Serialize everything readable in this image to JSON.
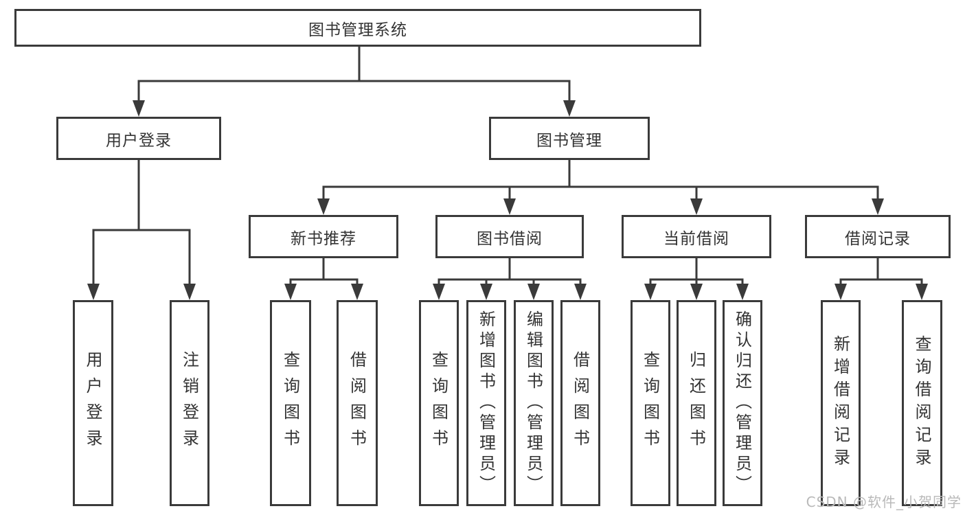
{
  "nodes": {
    "root": "图书管理系统",
    "level2": [
      "用户登录",
      "图书管理"
    ],
    "level3": [
      "新书推荐",
      "图书借阅",
      "当前借阅",
      "借阅记录"
    ],
    "group1": [
      "用户登录",
      "注销登录"
    ],
    "group2": [
      "查询图书",
      "借阅图书"
    ],
    "group3": [
      "查询图书",
      "新增图书（管理员）",
      "编辑图书（管理员）",
      "借阅图书"
    ],
    "group4": [
      "查询图书",
      "归还图书",
      "确认归还（管理员）"
    ],
    "group5": [
      "新增借阅记录",
      "查询借阅记录"
    ]
  },
  "watermark": "CSDN @软件_小贺同学",
  "colors": {
    "line": "#3a3a3a",
    "text": "#333333",
    "watermark": "#b9b9b9",
    "background": "#ffffff"
  }
}
